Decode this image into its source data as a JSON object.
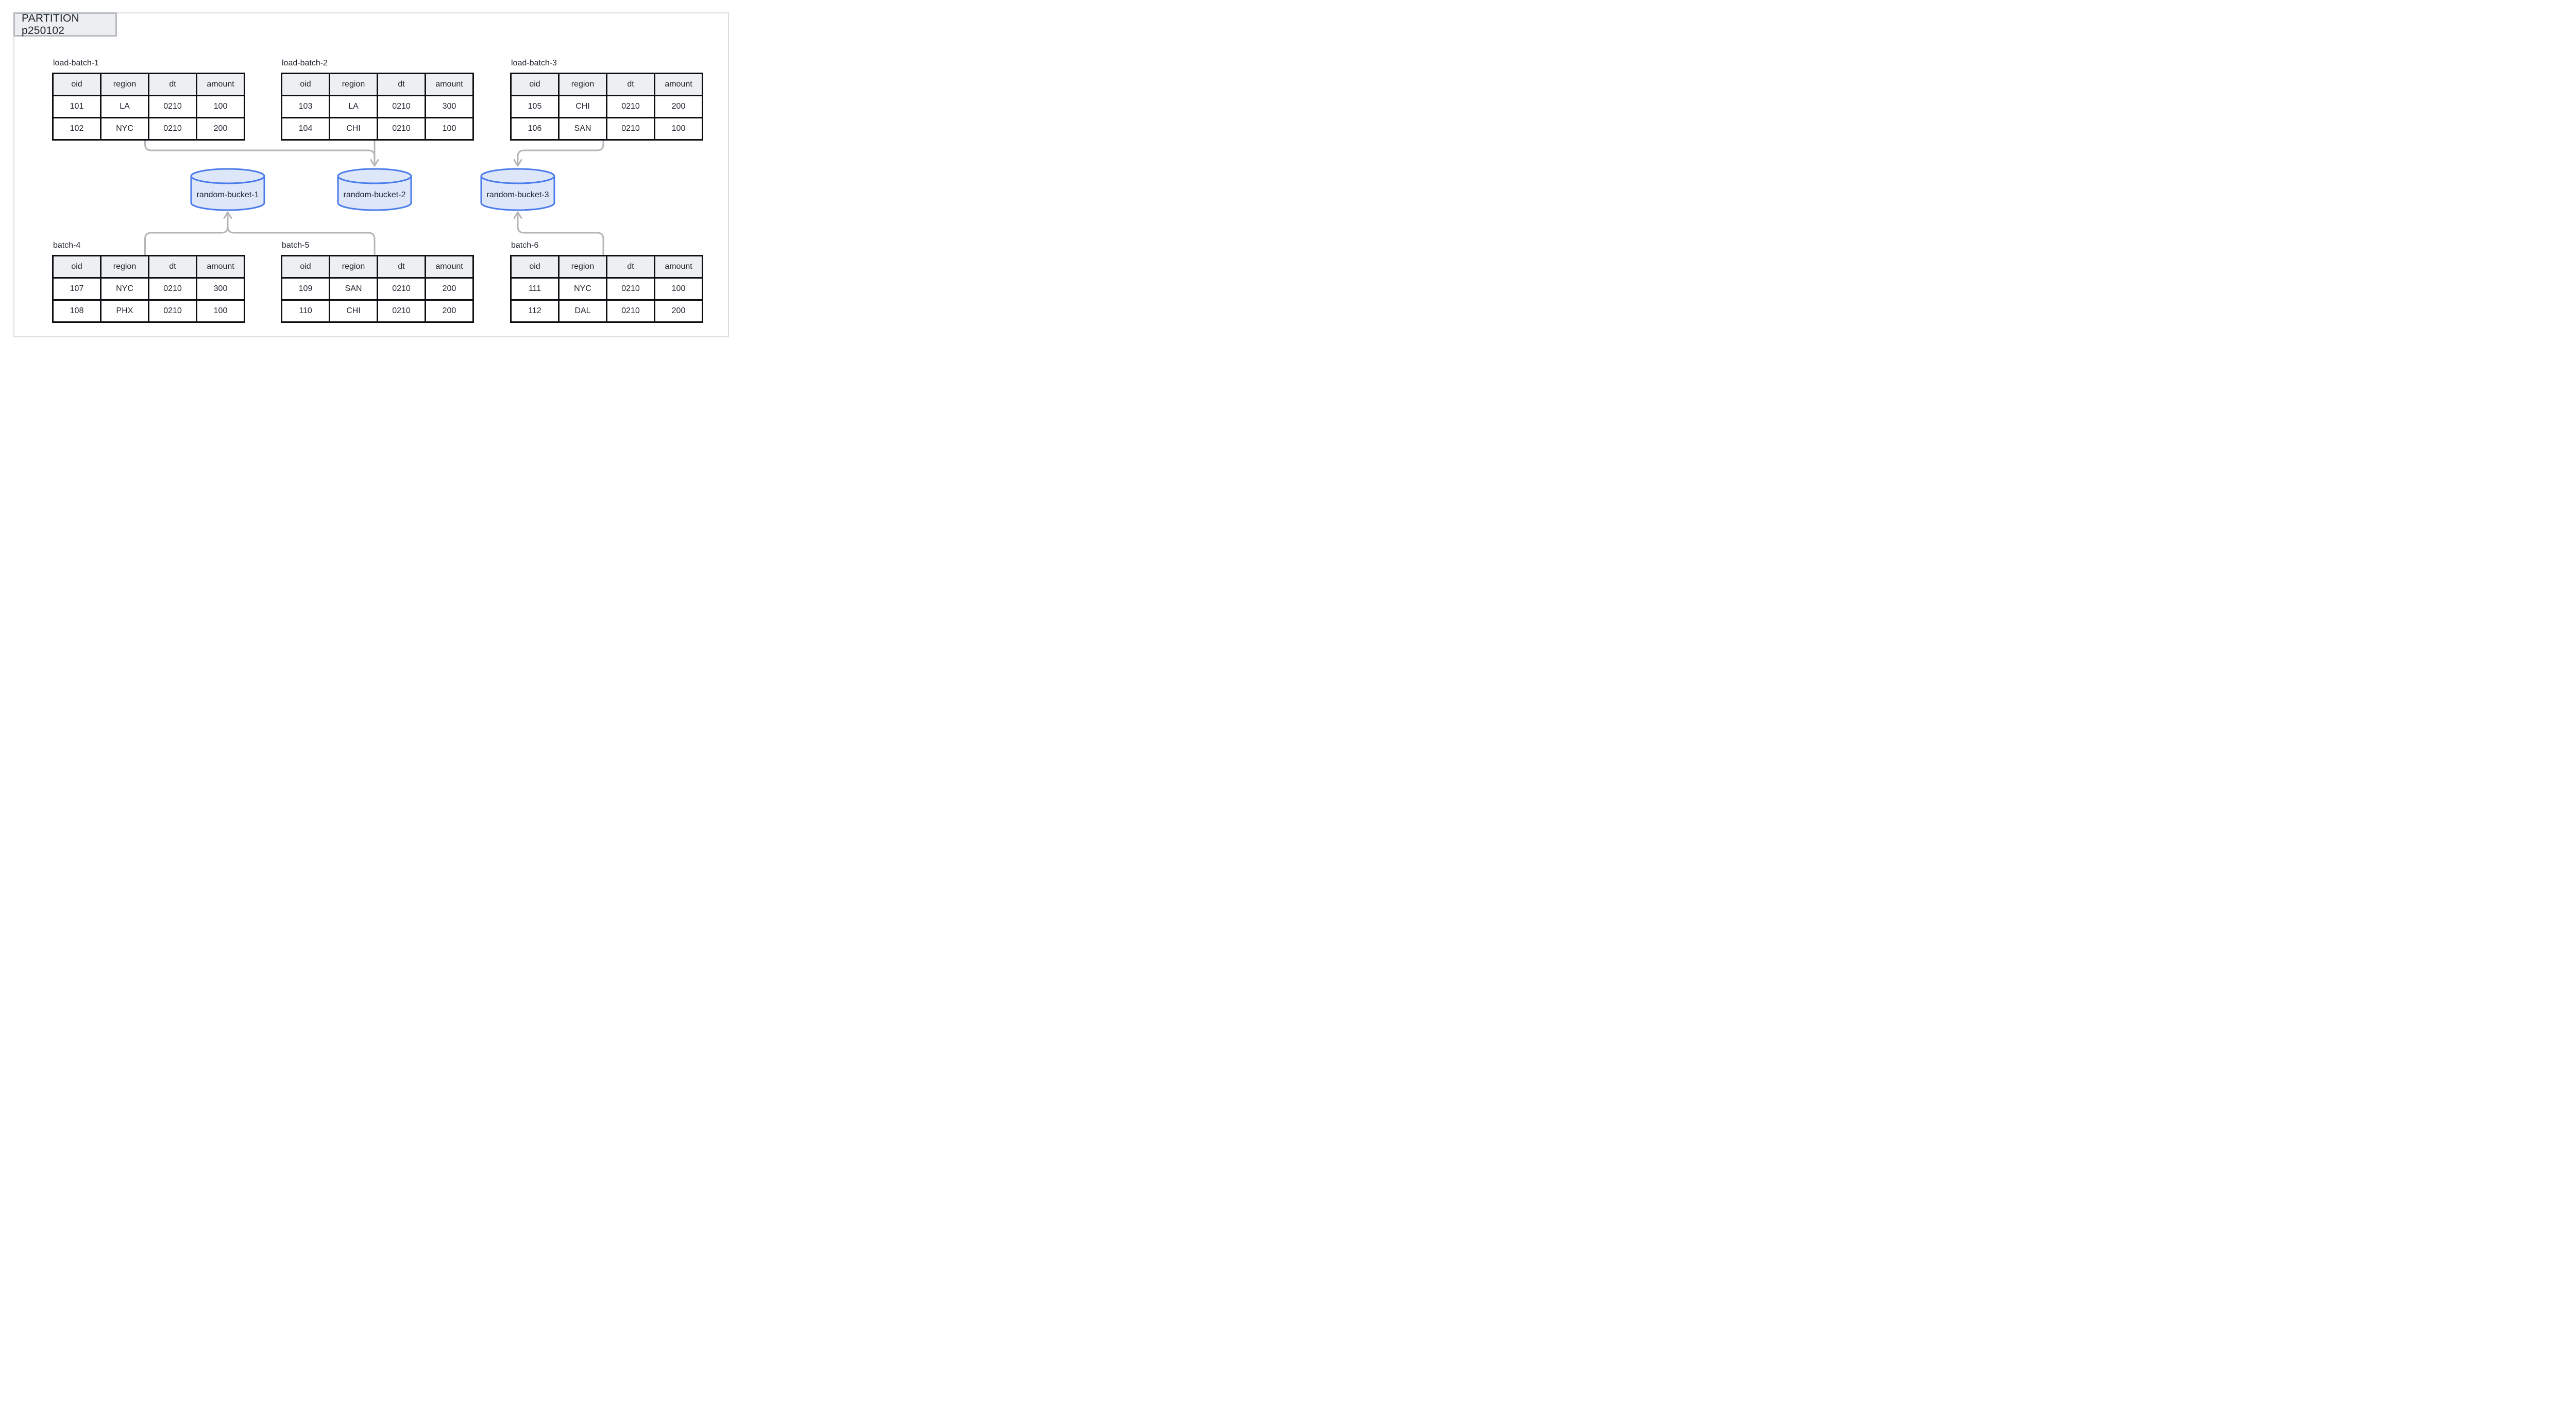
{
  "partition": {
    "label": "PARTITION p250102"
  },
  "columns": [
    "oid",
    "region",
    "dt",
    "amount"
  ],
  "tables": [
    {
      "id": "load-batch-1",
      "label": "load-batch-1",
      "rows": [
        [
          "101",
          "LA",
          "0210",
          "100"
        ],
        [
          "102",
          "NYC",
          "0210",
          "200"
        ]
      ]
    },
    {
      "id": "load-batch-2",
      "label": "load-batch-2",
      "rows": [
        [
          "103",
          "LA",
          "0210",
          "300"
        ],
        [
          "104",
          "CHI",
          "0210",
          "100"
        ]
      ]
    },
    {
      "id": "load-batch-3",
      "label": "load-batch-3",
      "rows": [
        [
          "105",
          "CHI",
          "0210",
          "200"
        ],
        [
          "106",
          "SAN",
          "0210",
          "100"
        ]
      ]
    },
    {
      "id": "batch-4",
      "label": "batch-4",
      "rows": [
        [
          "107",
          "NYC",
          "0210",
          "300"
        ],
        [
          "108",
          "PHX",
          "0210",
          "100"
        ]
      ]
    },
    {
      "id": "batch-5",
      "label": "batch-5",
      "rows": [
        [
          "109",
          "SAN",
          "0210",
          "200"
        ],
        [
          "110",
          "CHI",
          "0210",
          "200"
        ]
      ]
    },
    {
      "id": "batch-6",
      "label": "batch-6",
      "rows": [
        [
          "111",
          "NYC",
          "0210",
          "100"
        ],
        [
          "112",
          "DAL",
          "0210",
          "200"
        ]
      ]
    }
  ],
  "buckets": [
    {
      "id": "random-bucket-1",
      "label": "random-bucket-1"
    },
    {
      "id": "random-bucket-2",
      "label": "random-bucket-2"
    },
    {
      "id": "random-bucket-3",
      "label": "random-bucket-3"
    }
  ],
  "edges": [
    {
      "from": "load-batch-1",
      "to": "random-bucket-2"
    },
    {
      "from": "load-batch-2",
      "to": "random-bucket-2"
    },
    {
      "from": "load-batch-3",
      "to": "random-bucket-3"
    },
    {
      "from": "batch-4",
      "to": "random-bucket-1"
    },
    {
      "from": "batch-5",
      "to": "random-bucket-1"
    },
    {
      "from": "batch-6",
      "to": "random-bucket-3"
    }
  ],
  "colors": {
    "bucket_stroke": "#4a7bea",
    "bucket_fill": "#dee6fa",
    "connector": "#b5b6b9",
    "table_border": "#0d0f13",
    "table_header_fill": "#eeeff1",
    "text": "#1d222c",
    "partition_label_fill": "#edeef0",
    "partition_label_border": "#b7bac0",
    "partition_frame_border": "#dcdddf"
  }
}
